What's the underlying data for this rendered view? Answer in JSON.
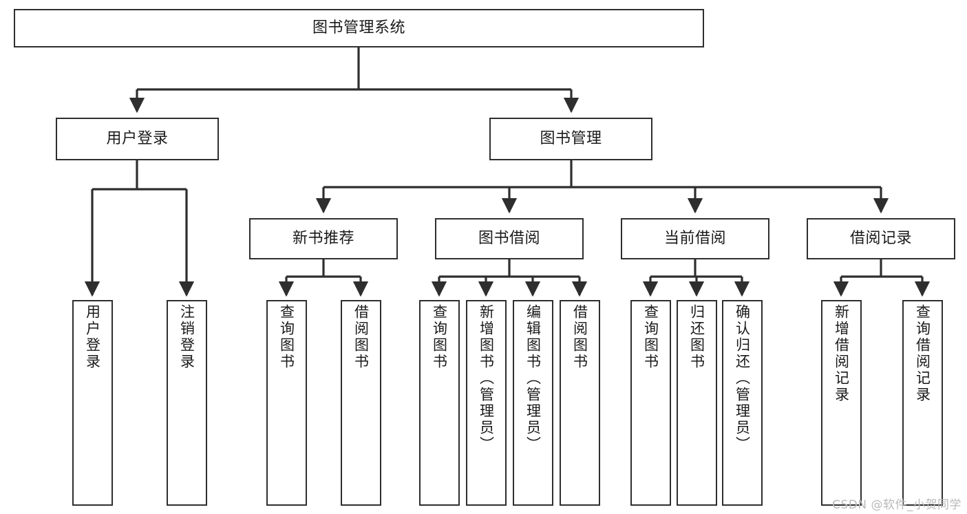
{
  "diagram": {
    "type": "tree-hierarchy",
    "title": "图书管理系统",
    "root": {
      "id": "root",
      "label": "图书管理系统"
    },
    "level2": [
      {
        "id": "user-login",
        "label": "用户登录"
      },
      {
        "id": "book-manage",
        "label": "图书管理"
      }
    ],
    "level3": [
      {
        "id": "new-book-recommend",
        "label": "新书推荐",
        "parent": "book-manage"
      },
      {
        "id": "book-borrow",
        "label": "图书借阅",
        "parent": "book-manage"
      },
      {
        "id": "current-borrow",
        "label": "当前借阅",
        "parent": "book-manage"
      },
      {
        "id": "borrow-record",
        "label": "借阅记录",
        "parent": "book-manage"
      }
    ],
    "leaves": {
      "user-login": [
        {
          "id": "leaf-user-login",
          "label": "用户登录"
        },
        {
          "id": "leaf-logout",
          "label": "注销登录"
        }
      ],
      "new-book-recommend": [
        {
          "id": "leaf-query-book-1",
          "label": "查询图书"
        },
        {
          "id": "leaf-borrow-book-1",
          "label": "借阅图书"
        }
      ],
      "book-borrow": [
        {
          "id": "leaf-query-book-2",
          "label": "查询图书"
        },
        {
          "id": "leaf-add-book",
          "label": "新增图书（管理员）"
        },
        {
          "id": "leaf-edit-book",
          "label": "编辑图书（管理员）"
        },
        {
          "id": "leaf-borrow-book-2",
          "label": "借阅图书"
        }
      ],
      "current-borrow": [
        {
          "id": "leaf-query-book-3",
          "label": "查询图书"
        },
        {
          "id": "leaf-return-book",
          "label": "归还图书"
        },
        {
          "id": "leaf-confirm-return",
          "label": "确认归还（管理员）"
        }
      ],
      "borrow-record": [
        {
          "id": "leaf-add-record",
          "label": "新增借阅记录"
        },
        {
          "id": "leaf-query-record",
          "label": "查询借阅记录"
        }
      ]
    }
  },
  "watermark": {
    "text": "CSDN @软件_小贺同学"
  },
  "colors": {
    "stroke": "#2e2e2e",
    "fill": "#ffffff",
    "text": "#1a1a1a",
    "watermark": "#b9b9b9"
  }
}
